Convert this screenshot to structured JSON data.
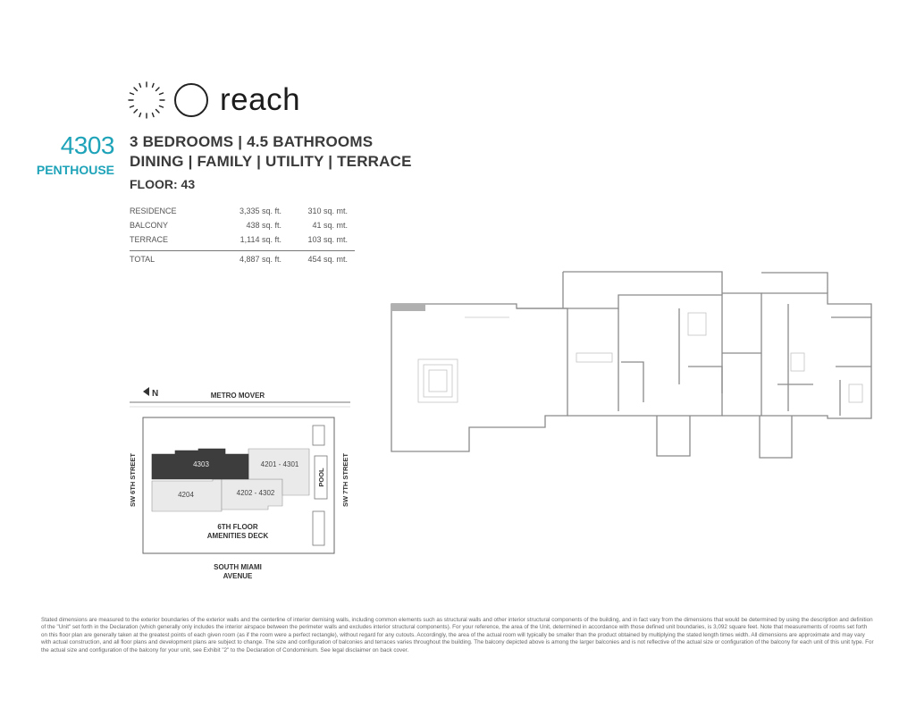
{
  "brand": {
    "name": "reach",
    "accent_color": "#1ea3b9"
  },
  "unit": {
    "number": "4303",
    "type": "PENTHOUSE",
    "spec_line1": "3 BEDROOMS | 4.5 BATHROOMS",
    "spec_line2": "DINING | FAMILY | UTILITY | TERRACE",
    "floor": "FLOOR: 43"
  },
  "areas": {
    "rows": [
      {
        "label": "RESIDENCE",
        "sqft": "3,335 sq. ft.",
        "sqm": "310 sq. mt."
      },
      {
        "label": "BALCONY",
        "sqft": "438 sq. ft.",
        "sqm": "41 sq. mt."
      },
      {
        "label": "TERRACE",
        "sqft": "1,114 sq. ft.",
        "sqm": "103 sq. mt."
      }
    ],
    "total": {
      "label": "TOTAL",
      "sqft": "4,887 sq. ft.",
      "sqm": "454 sq. mt."
    }
  },
  "site_plan": {
    "north_label": "N",
    "top_street": "METRO MOVER",
    "left_street": "SW 6TH STREET",
    "right_street": "SW 7TH STREET",
    "bottom_street_line1": "SOUTH MIAMI",
    "bottom_street_line2": "AVENUE",
    "units": [
      "4303",
      "4201 - 4301",
      "4204",
      "4202 - 4302"
    ],
    "pool_label": "POOL",
    "amenities_line1": "6TH FLOOR",
    "amenities_line2": "AMENITIES DECK",
    "highlight_color": "#3d3d3d"
  },
  "disclaimer": "Stated dimensions are measured to the exterior boundaries of the exterior walls and the centerline of interior demising walls, including common elements such as structural walls and other interior structural components of the building, and in fact vary from the dimensions that would be determined by using the description and definition of the \"Unit\" set forth in the Declaration (which generally only includes the interior airspace between the perimeter walls and excludes interior structural components). For your reference, the area of the Unit, determined in accordance with those defined unit boundaries, is 3,092 square feet. Note that measurements of rooms set forth on this floor plan are generally taken at the greatest points of each given room (as if the room were a perfect rectangle), without regard for any cutouts. Accordingly, the area of the actual room will typically be smaller than the product obtained by multiplying the stated length times width. All dimensions are approximate and may vary with actual construction, and all floor plans and development plans are subject to change. The size and configuration of balconies and terraces varies throughout the building. The balcony depicted above is among the larger balconies and is not reflective of the actual size or configuration of the balcony for each unit of this unit type. For the actual size and configuration of the balcony for your unit, see Exhibit \"2\" to the Declaration of Condominium. See legal disclaimer on back cover."
}
